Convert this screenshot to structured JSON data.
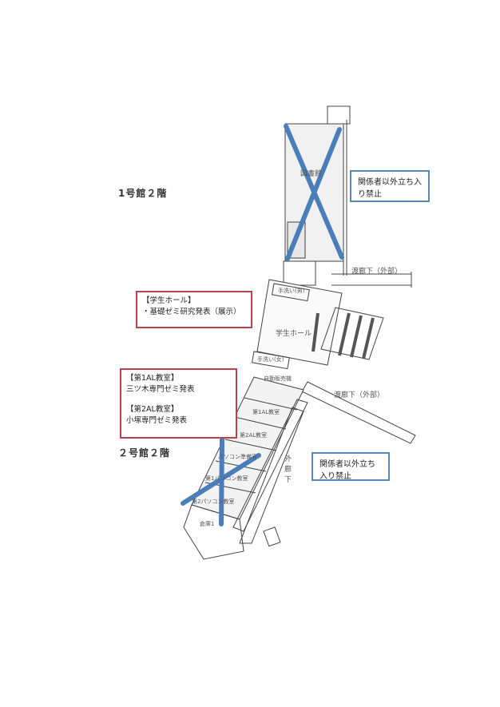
{
  "floors": {
    "building1": "1号館２階",
    "building2": "２号館２階"
  },
  "rooms": {
    "library": "図書館",
    "student_hall": "学生ホール",
    "restroom_m": "手洗い(男)",
    "restroom_f": "手洗い(女)",
    "vending": "自動販売機",
    "al1": "第1AL教室",
    "al2": "第2AL教室",
    "pc_prep": "パソコン準備室",
    "pc1": "第1パソコン教室",
    "pc2": "第2パソコン教室",
    "storage": "倉庫1"
  },
  "corridors": {
    "bridge_upper": "渡廊下（外部）",
    "bridge_lower": "渡廊下（外部）",
    "outer": [
      "外",
      "廊",
      "下"
    ]
  },
  "notes": {
    "restricted_1": "関係者以外立ち入り禁止",
    "restricted_2": "関係者以外立ち入り禁止",
    "hall_title": "【学生ホール】",
    "hall_item": "・基礎ゼミ研究発表（展示）",
    "al1_title": "【第1AL教室】",
    "al1_item": "三ツ木専門ゼミ発表",
    "al2_title": "【第2AL教室】",
    "al2_item": "小塚専門ゼミ発表"
  },
  "colors": {
    "closed_mark": "#4a7ebb",
    "event_box": "#b5454a",
    "notice_box": "#5b86b8"
  }
}
